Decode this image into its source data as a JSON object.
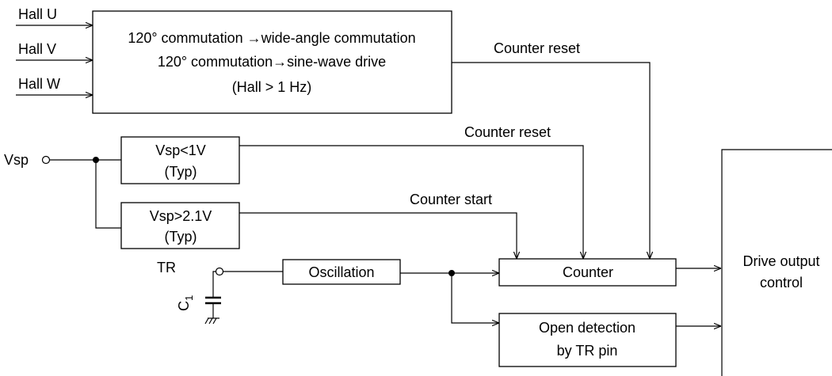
{
  "inputs": {
    "hall_u": "Hall U",
    "hall_v": "Hall V",
    "hall_w": "Hall W",
    "vsp": "Vsp",
    "tr": "TR",
    "c1_main": "C",
    "c1_sub": "1"
  },
  "commutation_block": {
    "line1": "120° commutation  →wide-angle commutation",
    "line2": "120° commutation→sine-wave drive",
    "line3": "(Hall > 1 Hz)"
  },
  "vsp_low_block": {
    "line1": "Vsp<1V",
    "line2": "(Typ)"
  },
  "vsp_high_block": {
    "line1": "Vsp>2.1V",
    "line2": "(Typ)"
  },
  "oscillation_block": {
    "label": "Oscillation"
  },
  "counter_block": {
    "label": "Counter"
  },
  "open_detection_block": {
    "line1": "Open detection",
    "line2": "by TR pin"
  },
  "drive_output_block": {
    "line1": "Drive output",
    "line2": "control"
  },
  "signals": {
    "counter_reset_1": "Counter reset",
    "counter_reset_2": "Counter reset",
    "counter_start": "Counter start"
  }
}
